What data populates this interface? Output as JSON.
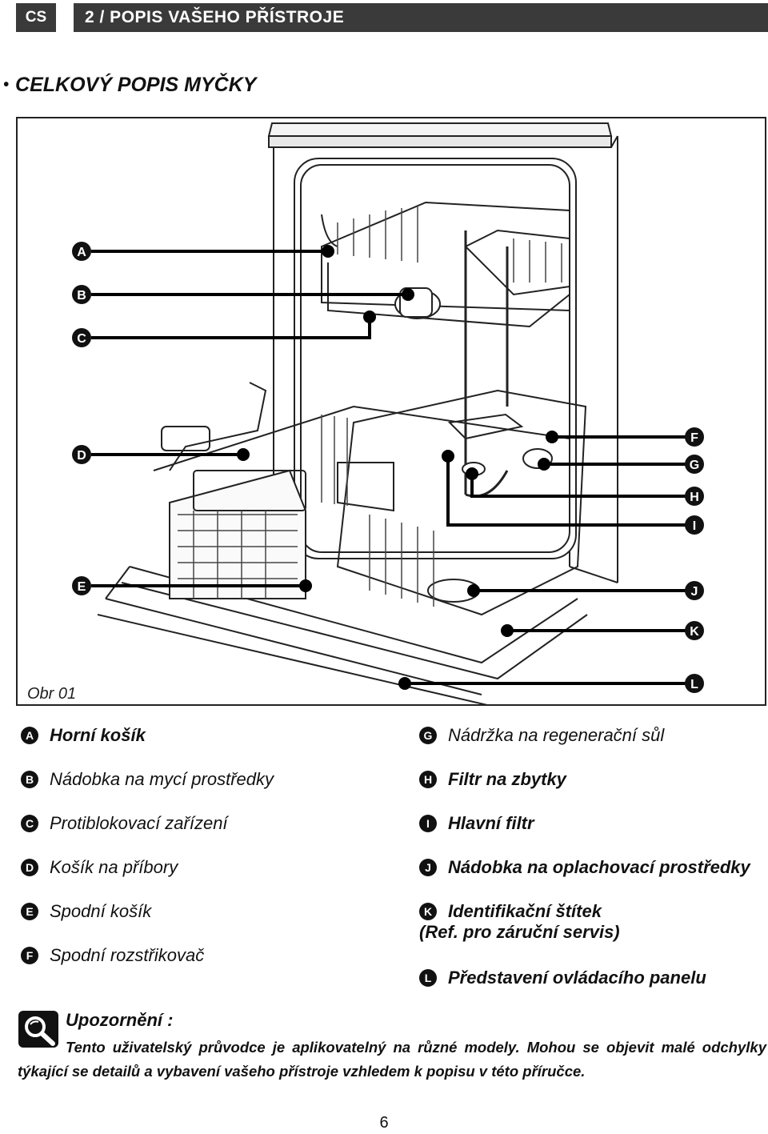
{
  "header": {
    "lang": "CS",
    "title": "2 / POPIS VAŠEHO PŘÍSTROJE"
  },
  "section": {
    "bullet": "•",
    "title": "CELKOVÝ POPIS MYČKY"
  },
  "figure": {
    "caption": "Obr 01",
    "callouts_left": [
      "A",
      "B",
      "C",
      "D",
      "E"
    ],
    "callouts_right": [
      "F",
      "G",
      "H",
      "I",
      "J",
      "K",
      "L"
    ]
  },
  "legend": {
    "left": [
      {
        "letter": "A",
        "text": "Horní košík"
      },
      {
        "letter": "B",
        "text": "Nádobka na mycí prostředky"
      },
      {
        "letter": "C",
        "text": "Protiblokovací zařízení"
      },
      {
        "letter": "D",
        "text": "Košík na příbory"
      },
      {
        "letter": "E",
        "text": "Spodní košík"
      },
      {
        "letter": "F",
        "text": "Spodní rozstřikovač"
      }
    ],
    "right": [
      {
        "letter": "G",
        "text": "Nádržka na regenerační sůl"
      },
      {
        "letter": "H",
        "text": "Filtr na zbytky"
      },
      {
        "letter": "I",
        "text": "Hlavní filtr"
      },
      {
        "letter": "J",
        "text": "Nádobka na oplachovací prostředky"
      },
      {
        "letter": "K",
        "text": "Identifikační štítek",
        "text2": "(Ref. pro záruční servis)"
      },
      {
        "letter": "L",
        "text": "Představení ovládacího panelu"
      }
    ]
  },
  "warning": {
    "title": "Upozornění :",
    "text": "Tento uživatelský průvodce je aplikovatelný na různé modely. Mohou se objevit malé odchylky týkající se detailů a vybavení vašeho přístroje vzhledem k popisu v této příručce."
  },
  "page_number": "6"
}
